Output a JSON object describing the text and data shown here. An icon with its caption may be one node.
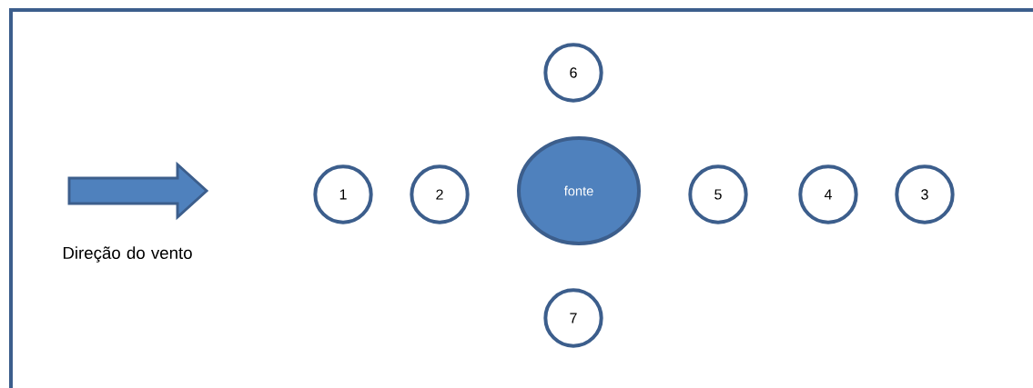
{
  "diagram": {
    "nodes": [
      {
        "text": [
          "6"
        ]
      },
      {
        "text": [
          "1"
        ]
      },
      {
        "text": [
          "2"
        ]
      },
      {
        "text": [
          "fonte"
        ]
      },
      {
        "text": [
          "5"
        ]
      },
      {
        "text": [
          "4"
        ]
      },
      {
        "text": [
          "3"
        ]
      },
      {
        "text": [
          "7"
        ]
      }
    ],
    "labels": [
      "Direção do vento"
    ]
  }
}
